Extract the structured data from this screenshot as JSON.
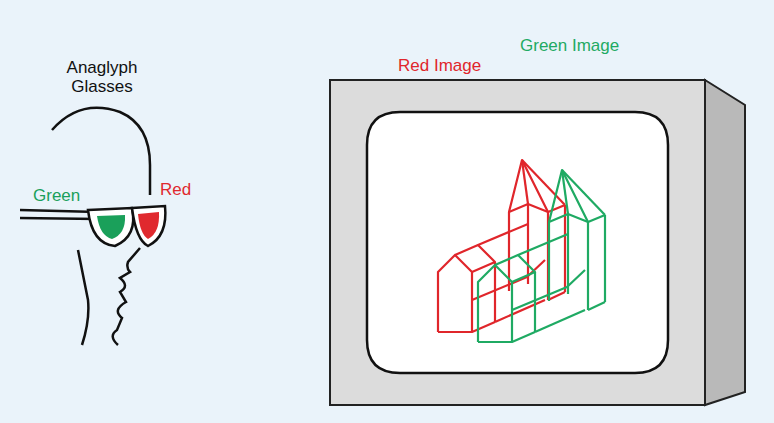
{
  "diagram": {
    "labels": [
      "Anaglyph Glasses",
      "Green",
      "Red",
      "Red Image",
      "Green Image"
    ]
  }
}
